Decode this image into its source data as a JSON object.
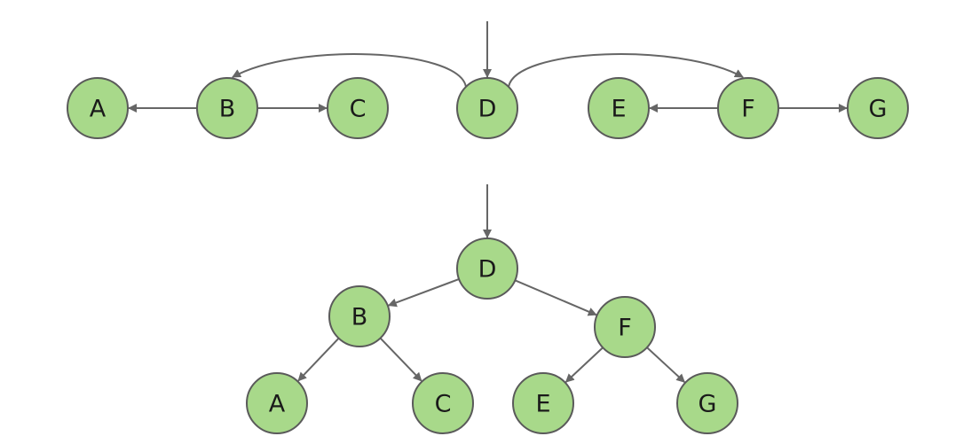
{
  "diagram": {
    "node_fill": "#a8d98a",
    "node_stroke": "#5a5a5a",
    "edge_color": "#666666",
    "linked_list": {
      "nodes": [
        {
          "id": "A",
          "label": "A"
        },
        {
          "id": "B",
          "label": "B"
        },
        {
          "id": "C",
          "label": "C"
        },
        {
          "id": "D",
          "label": "D"
        },
        {
          "id": "E",
          "label": "E"
        },
        {
          "id": "F",
          "label": "F"
        },
        {
          "id": "G",
          "label": "G"
        }
      ],
      "entry": "D",
      "edges": [
        {
          "from": "B",
          "to": "A"
        },
        {
          "from": "B",
          "to": "C"
        },
        {
          "from": "D",
          "to": "B"
        },
        {
          "from": "D",
          "to": "F"
        },
        {
          "from": "F",
          "to": "E"
        },
        {
          "from": "F",
          "to": "G"
        }
      ]
    },
    "tree": {
      "nodes": [
        {
          "id": "D",
          "label": "D"
        },
        {
          "id": "B",
          "label": "B"
        },
        {
          "id": "F",
          "label": "F"
        },
        {
          "id": "A",
          "label": "A"
        },
        {
          "id": "C",
          "label": "C"
        },
        {
          "id": "E",
          "label": "E"
        },
        {
          "id": "G",
          "label": "G"
        }
      ],
      "entry": "D",
      "edges": [
        {
          "from": "D",
          "to": "B"
        },
        {
          "from": "D",
          "to": "F"
        },
        {
          "from": "B",
          "to": "A"
        },
        {
          "from": "B",
          "to": "C"
        },
        {
          "from": "F",
          "to": "E"
        },
        {
          "from": "F",
          "to": "G"
        }
      ]
    }
  }
}
